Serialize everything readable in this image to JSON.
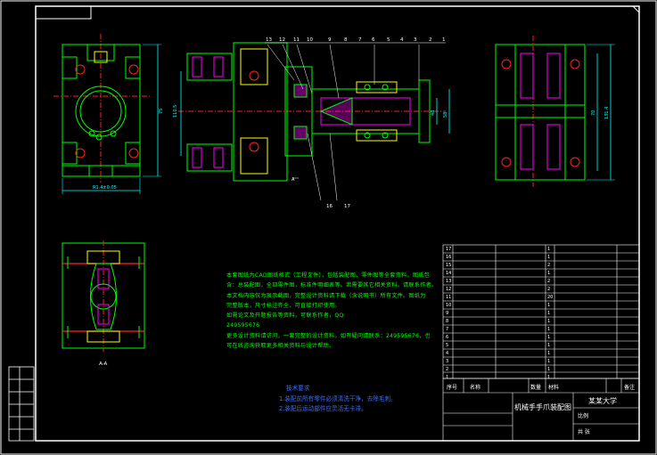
{
  "colors": {
    "background": "#000000",
    "frame": "#ffffff",
    "outline": "#00ff00",
    "center_line": "#ff2020",
    "hidden_line": "#ffff00",
    "dimension": "#00ffff",
    "hatch": "#ff00ff",
    "note_green": "#00ff00",
    "note_blue": "#3a6cff"
  },
  "balloons": [
    "13",
    "12",
    "11",
    "10",
    "9",
    "8",
    "7",
    "6",
    "5",
    "4",
    "3",
    "2",
    "1"
  ],
  "balloons_lower": [
    "16",
    "17"
  ],
  "dimensions": {
    "front_width": "R1.4±0.05",
    "front_height": "75",
    "side_height": "70",
    "side_overall": "131.4",
    "mid_left": "110.5",
    "mid_right_a": "48",
    "mid_right_b": "58"
  },
  "section_label_bottom": "A-A",
  "section_label_mid": "A",
  "green_note_lines": [
    "本套图纸为CAD图纸格式（工程文件），包括装配图、零件图等全套资料。图纸包",
    "含：总装配图，全部零件图，标准件明细表等。若需要其它相关资料，请联系作者。",
    "本文档内容仅为展示截图，完整设计资料请下载（含说明书）所有文件。图纸为",
    "完整版本，尺寸标注齐全，可直接打印使用。",
    "如需论文及开题报告等资料，可联系作者，QQ",
    "249595676",
    "更多设计资料请访问，一套完整的设计资料。如有疑问请联系：249595676，也",
    "可在线咨询获取更多相关资料与设计帮助。"
  ],
  "tech_req": {
    "title": "技术要求",
    "items": [
      "1.装配前所有零件必须清洗干净，去除毛刺。",
      "2.装配后运动部件应灵活无卡滞。"
    ]
  },
  "bom": {
    "rows": [
      {
        "no": "17",
        "name": "",
        "qty": "1",
        "mat": "",
        "note": ""
      },
      {
        "no": "16",
        "name": "",
        "qty": "1",
        "mat": "",
        "note": ""
      },
      {
        "no": "15",
        "name": "",
        "qty": "2",
        "mat": "",
        "note": ""
      },
      {
        "no": "14",
        "name": "",
        "qty": "1",
        "mat": "",
        "note": ""
      },
      {
        "no": "13",
        "name": "",
        "qty": "2",
        "mat": "",
        "note": ""
      },
      {
        "no": "12",
        "name": "",
        "qty": "2",
        "mat": "",
        "note": ""
      },
      {
        "no": "11",
        "name": "",
        "qty": "20",
        "mat": "",
        "note": ""
      },
      {
        "no": "10",
        "name": "",
        "qty": "1",
        "mat": "",
        "note": ""
      },
      {
        "no": "9",
        "name": "",
        "qty": "1",
        "mat": "",
        "note": ""
      },
      {
        "no": "8",
        "name": "",
        "qty": "1",
        "mat": "",
        "note": ""
      },
      {
        "no": "7",
        "name": "",
        "qty": "1",
        "mat": "",
        "note": ""
      },
      {
        "no": "6",
        "name": "",
        "qty": "1",
        "mat": "",
        "note": ""
      },
      {
        "no": "5",
        "name": "",
        "qty": "1",
        "mat": "",
        "note": ""
      },
      {
        "no": "4",
        "name": "",
        "qty": "1",
        "mat": "",
        "note": ""
      },
      {
        "no": "3",
        "name": "",
        "qty": "1",
        "mat": "",
        "note": ""
      },
      {
        "no": "2",
        "name": "",
        "qty": "1",
        "mat": "",
        "note": ""
      },
      {
        "no": "1",
        "name": "",
        "qty": "1",
        "mat": "",
        "note": ""
      }
    ],
    "header": [
      "序号",
      "名称",
      "数量",
      "材料",
      "备注"
    ]
  },
  "title_block": {
    "drawing_title": "机械手手爪装配图",
    "school": "某某大学",
    "scale_label": "比例",
    "sheet_label": "共 张"
  }
}
